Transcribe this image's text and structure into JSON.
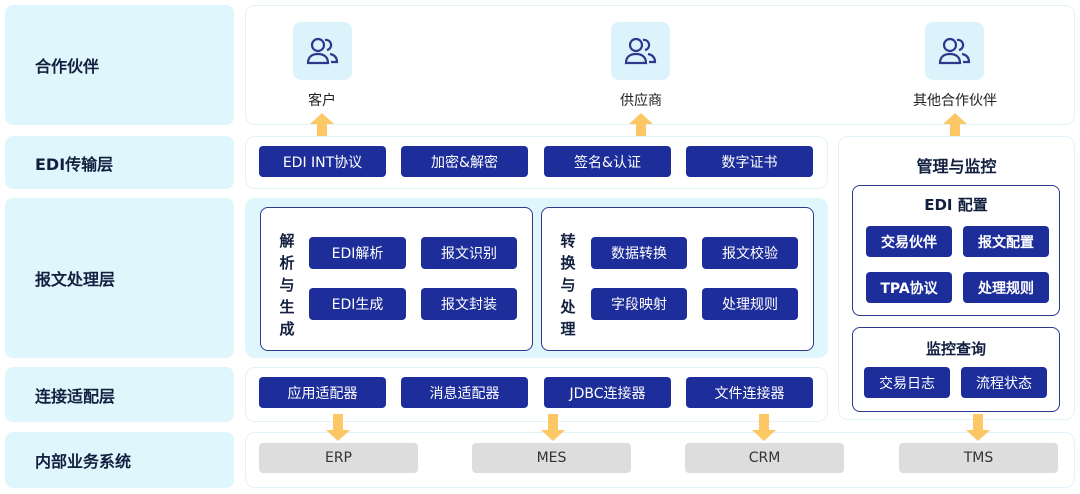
{
  "layers": [
    "合作伙伴",
    "EDI传输层",
    "报文处理层",
    "连接适配层",
    "内部业务系统"
  ],
  "partners": [
    "客户",
    "供应商",
    "其他合作伙伴"
  ],
  "transport": [
    "EDI INT协议",
    "加密&解密",
    "签名&认证",
    "数字证书"
  ],
  "processing": {
    "parse": {
      "title": "解析与生成",
      "chars": [
        "解",
        "析",
        "与",
        "生",
        "成"
      ],
      "items": [
        "EDI解析",
        "报文识别",
        "EDI生成",
        "报文封装"
      ]
    },
    "transform": {
      "title": "转换与处理",
      "chars": [
        "转",
        "换",
        "与",
        "处",
        "理"
      ],
      "items": [
        "数据转换",
        "报文校验",
        "字段映射",
        "处理规则"
      ]
    }
  },
  "adapters": [
    "应用适配器",
    "消息适配器",
    "JDBC连接器",
    "文件连接器"
  ],
  "systems": [
    "ERP",
    "MES",
    "CRM",
    "TMS"
  ],
  "management": {
    "title": "管理与监控",
    "config": {
      "title": "EDI 配置",
      "items": [
        "交易伙伴",
        "报文配置",
        "TPA协议",
        "处理规则"
      ]
    },
    "monitor": {
      "title": "监控查询",
      "items": [
        "交易日志",
        "流程状态"
      ]
    }
  },
  "colors": {
    "button": "#1d2e9a",
    "label_bg": "#dff6fd",
    "arrow": "#fdc765",
    "pill": "#dddddd"
  }
}
